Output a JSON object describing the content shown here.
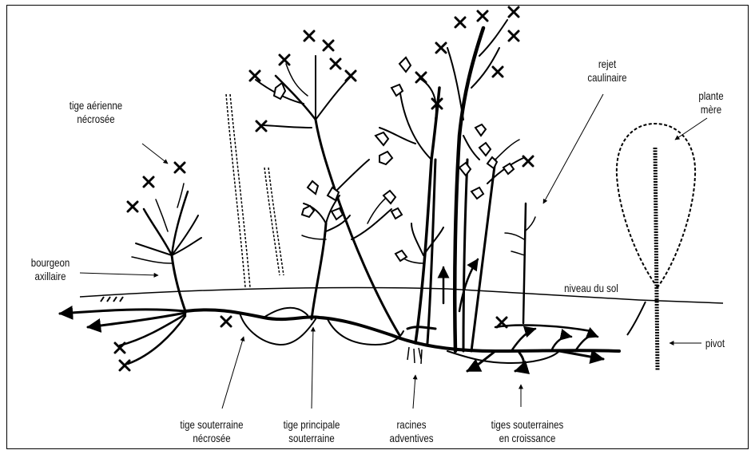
{
  "labels": {
    "tige_aerienne_necrosee": [
      "tige aérienne",
      "nécrosée"
    ],
    "bourgeon_axillaire": [
      "bourgeon",
      "axillaire"
    ],
    "rejet_caulinaire": [
      "rejet",
      "caulinaire"
    ],
    "plante_mere": [
      "plante",
      "mère"
    ],
    "niveau_du_sol": "niveau du sol",
    "pivot": "pivot",
    "tige_souterraine_necrosee": [
      "tige souterraine",
      "nécrosée"
    ],
    "tige_principale_souterraine": [
      "tige principale",
      "souterraine"
    ],
    "racines_adventives": [
      "racines",
      "adventives"
    ],
    "tiges_souterraines_en_croissance": [
      "tiges souterraines",
      "en croissance"
    ]
  },
  "colors": {
    "ink": "#000000",
    "background": "#ffffff"
  }
}
